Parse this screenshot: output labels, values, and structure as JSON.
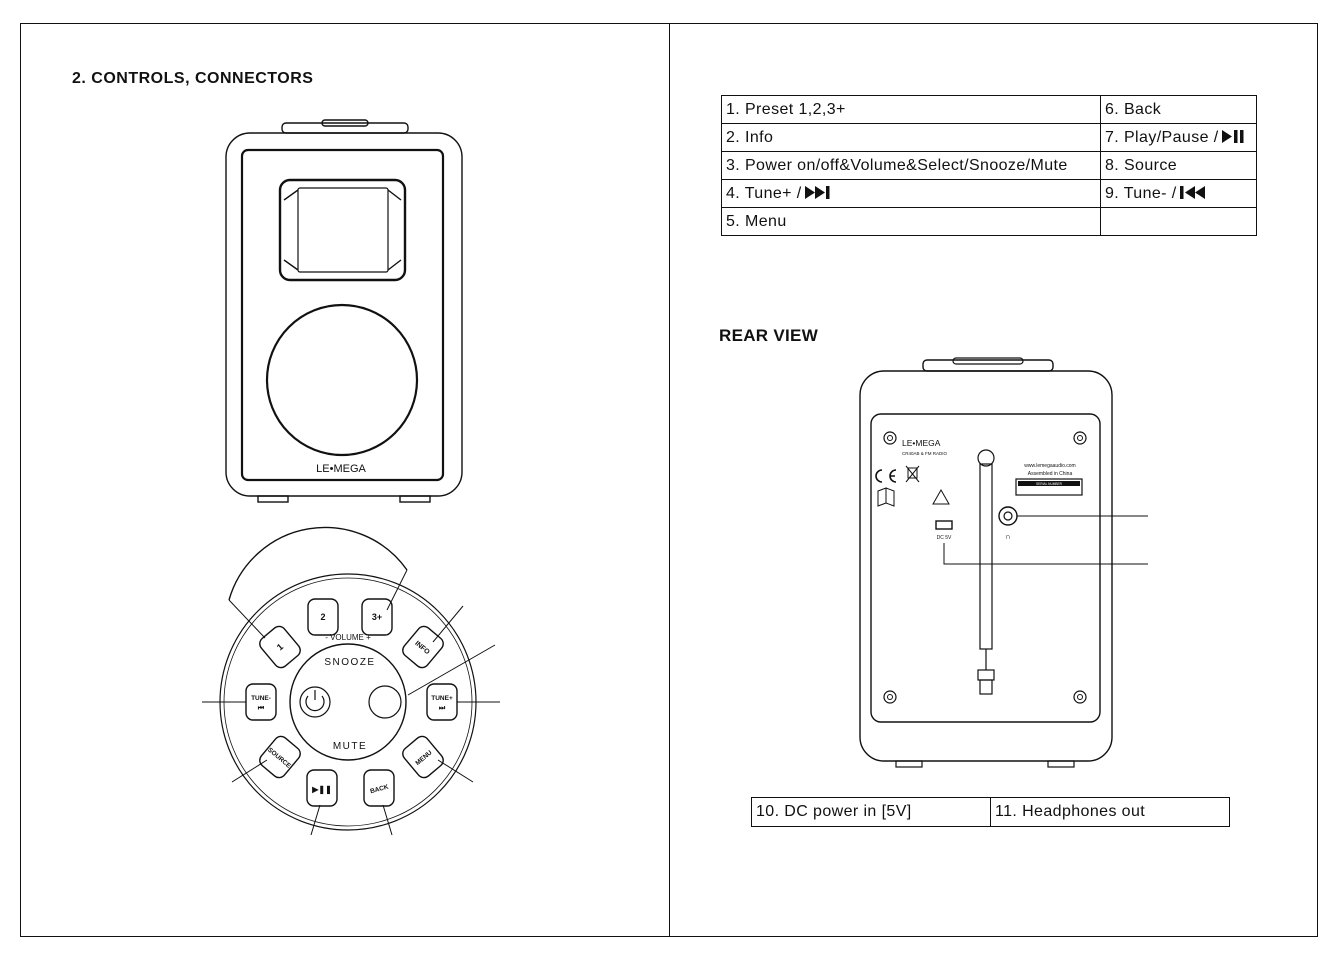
{
  "page": {
    "controls_heading": "2. CONTROLS, CONNECTORS",
    "rear_heading": "REAR VIEW"
  },
  "controls_legend": {
    "rows": [
      {
        "left": "1. Preset 1,2,3+",
        "right": "6. Back"
      },
      {
        "left": "2. Info",
        "right": "7. Play/Pause /",
        "right_icon": "play-pause-icon"
      },
      {
        "left": "3. Power on/off&Volume&Select/Snooze/Mute",
        "right": "8. Source"
      },
      {
        "left": "4. Tune+ /",
        "left_icon": "next-track-icon",
        "right": "9. Tune- /",
        "right_icon": "previous-track-icon"
      },
      {
        "left": "5. Menu",
        "right": ""
      }
    ]
  },
  "rear_legend": {
    "left": "10. DC power in [5V]",
    "right": "11. Headphones out"
  },
  "front_device": {
    "brand": "LE•MEGA"
  },
  "control_panel": {
    "buttons": {
      "preset1": "1",
      "preset2": "2",
      "preset3": "3+",
      "info": "INFO",
      "tune_minus": "TUNE-",
      "tune_plus": "TUNE+",
      "source": "SOURCE",
      "menu": "MENU",
      "back": "BACK"
    },
    "volume_label": "- VOLUME +",
    "snooze_label": "SNOOZE",
    "mute_label": "MUTE"
  },
  "rear_device": {
    "brand": "LE•MEGA",
    "model": "CR40AB & FM RADIO",
    "website": "www.lemegaaudio.com",
    "assembled": "Assembled in China",
    "serial_label": "SERIAL NUMBER",
    "dc_label": "DC 5V"
  }
}
